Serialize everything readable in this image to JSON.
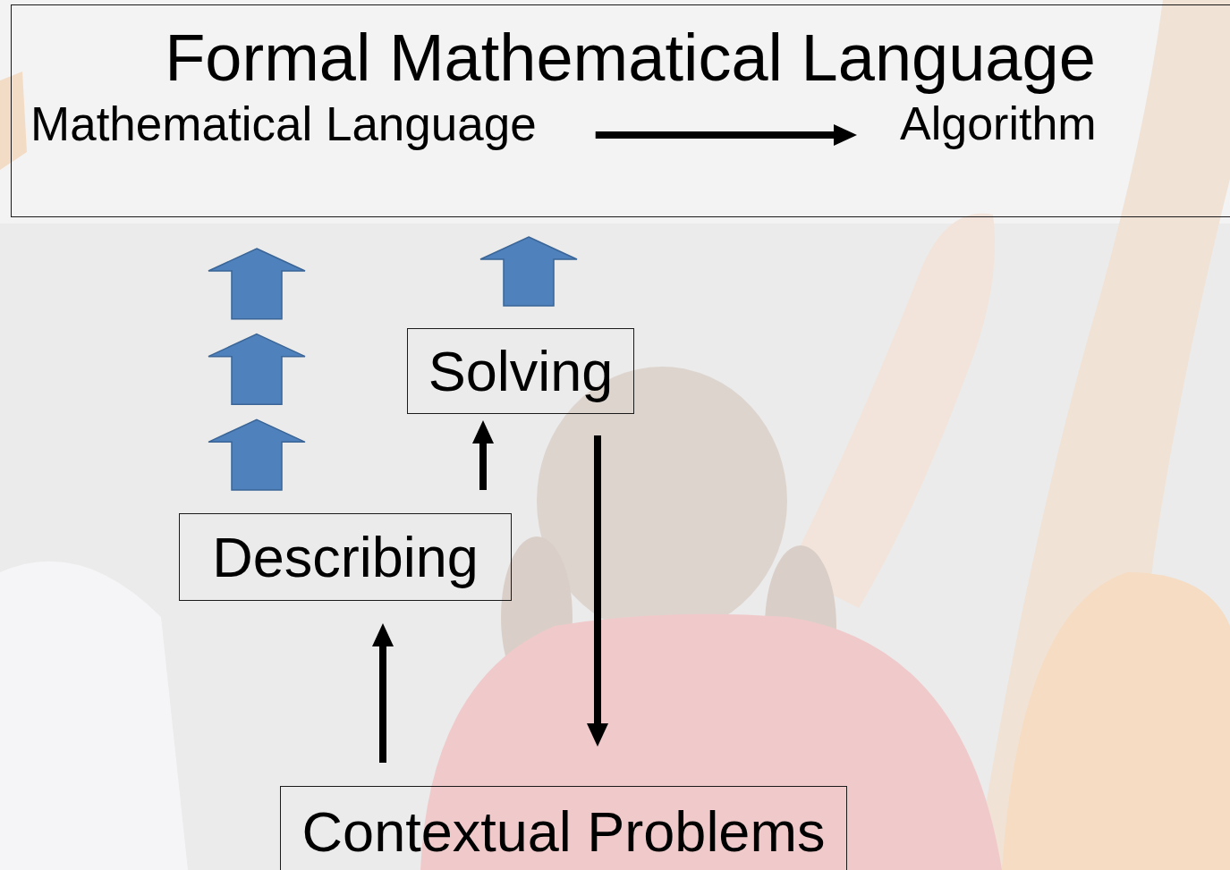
{
  "diagram": {
    "nodes": [
      {
        "text": [
          "Formal Mathematical Language",
          "Mathematical Language",
          "Algorithm"
        ]
      },
      {
        "text": [
          "Solving"
        ]
      },
      {
        "text": [
          "Describing"
        ]
      },
      {
        "text": [
          "Contextual Problems"
        ]
      }
    ],
    "edges": [
      {
        "from": 3,
        "to": 2,
        "arrow": "to"
      },
      {
        "from": 2,
        "to": 1,
        "arrow": "to"
      },
      {
        "from": 1,
        "to": 3,
        "arrow": "to"
      },
      {
        "from": 2,
        "to": 0,
        "arrow": "to"
      },
      {
        "from": 1,
        "to": 0,
        "arrow": "to"
      }
    ]
  }
}
